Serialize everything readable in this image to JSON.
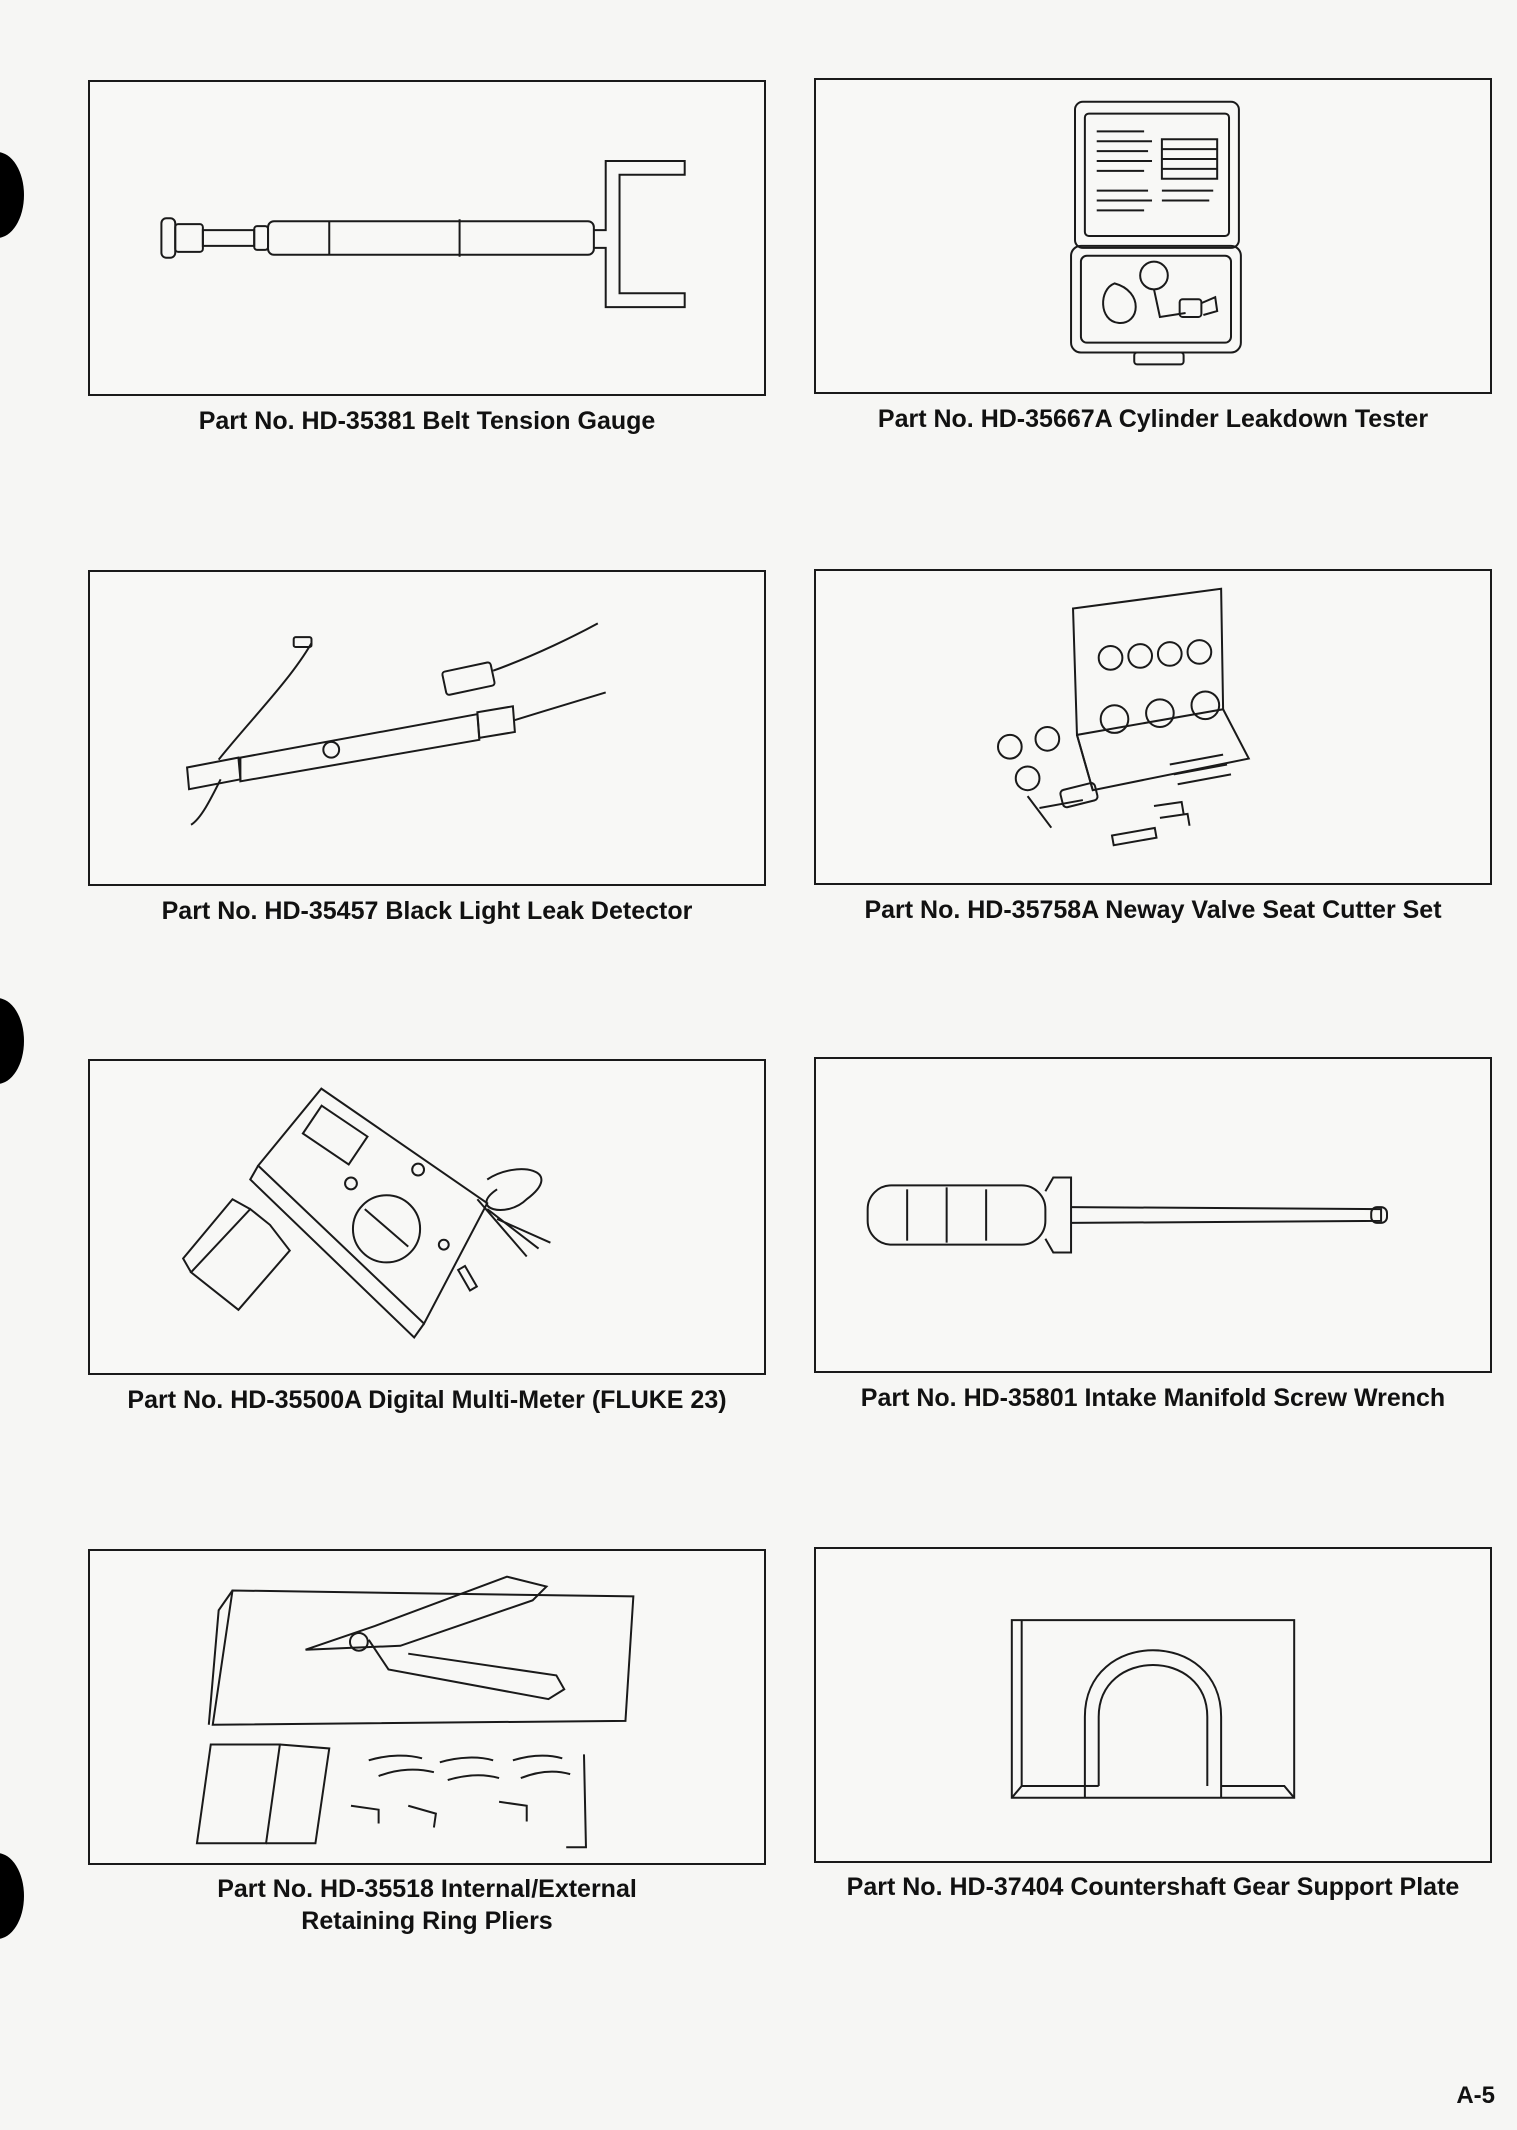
{
  "parts": [
    {
      "caption": "Part No. HD-35381 Belt Tension Gauge",
      "icon": "belt-tension-gauge"
    },
    {
      "caption": "Part No. HD-35667A Cylinder Leakdown Tester",
      "icon": "cylinder-leakdown-tester"
    },
    {
      "caption": "Part No. HD-35457 Black Light Leak Detector",
      "icon": "black-light-leak-detector"
    },
    {
      "caption": "Part No. HD-35758A Neway Valve Seat Cutter Set",
      "icon": "valve-seat-cutter-set"
    },
    {
      "caption": "Part No. HD-35500A Digital Multi-Meter (FLUKE 23)",
      "icon": "digital-multimeter"
    },
    {
      "caption": "Part No. HD-35801 Intake Manifold Screw Wrench",
      "icon": "screw-wrench"
    },
    {
      "caption_line1": "Part No. HD-35518 Internal/External",
      "caption_line2": "Retaining Ring Pliers",
      "icon": "retaining-ring-pliers"
    },
    {
      "caption": "Part No. HD-37404 Countershaft Gear Support Plate",
      "icon": "gear-support-plate"
    }
  ],
  "page_number": "A-5",
  "colors": {
    "ink": "#1a1a1a",
    "paper": "#f6f6f4"
  }
}
